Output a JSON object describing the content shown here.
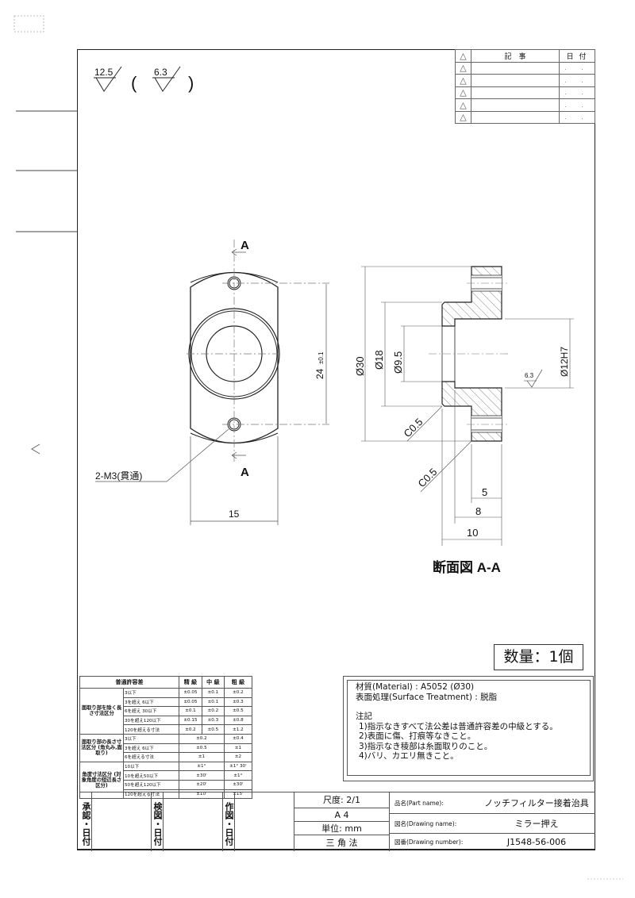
{
  "surface_finish": {
    "general": "12.5",
    "other": "6.3",
    "open_paren": "(",
    "close_paren": ")"
  },
  "revision_table": {
    "headers": {
      "mark": "△",
      "description": "記　事",
      "date": "日 付"
    },
    "rows": [
      {
        "mark": "△",
        "description": "",
        "date": ". ."
      },
      {
        "mark": "△",
        "description": "",
        "date": ". ."
      },
      {
        "mark": "△",
        "description": "",
        "date": ". ."
      },
      {
        "mark": "△",
        "description": "",
        "date": ". ."
      },
      {
        "mark": "△",
        "description": "",
        "date": ". ."
      }
    ]
  },
  "front_view": {
    "section_label_top": "A",
    "section_label_bottom": "A",
    "hole_callout": "2-M3(貫通)",
    "dim_width": "15",
    "dim_pitch": "24",
    "dim_pitch_tol": "±0.1"
  },
  "section_view": {
    "title": "断面図 A-A",
    "dim_od": "Ø30",
    "dim_boss": "Ø18",
    "dim_hole": "Ø9.5",
    "dim_bore": "Ø12H7",
    "bore_finish": "6.3",
    "chamfer_1": "C0.5",
    "chamfer_2": "C0.5",
    "dim_5": "5",
    "dim_8": "8",
    "dim_10": "10"
  },
  "quantity": "数量：1個",
  "tolerance_table": {
    "header": [
      "普通許容差",
      "精 級",
      "中 級",
      "粗 級"
    ],
    "groups": [
      {
        "label": "面取り部を除く長さ寸法区分",
        "rows": [
          [
            "3以下",
            "±0.05",
            "±0.1",
            "±0.2"
          ],
          [
            "3を超え 6以下",
            "±0.05",
            "±0.1",
            "±0.3"
          ],
          [
            "6を超え 30以下",
            "±0.1",
            "±0.2",
            "±0.5"
          ],
          [
            "30を超え120以下",
            "±0.15",
            "±0.3",
            "±0.8"
          ],
          [
            "120を超える寸法",
            "±0.2",
            "±0.5",
            "±1.2"
          ]
        ]
      },
      {
        "label": "面取り部の長さ寸法区分 (角丸み,面取り)",
        "rows": [
          [
            "3以下",
            "±0.2",
            "±0.4"
          ],
          [
            "3を超え 6以下",
            "±0.5",
            "±1"
          ],
          [
            "6を超える寸法",
            "±1",
            "±2"
          ]
        ]
      },
      {
        "label": "角度寸法区分 (対象角度の短辺長さ区分)",
        "rows": [
          [
            "10以下",
            "±1°",
            "±1° 30'"
          ],
          [
            "10を超え50以下",
            "±30'",
            "±1°"
          ],
          [
            "50を超え120以下",
            "±20'",
            "±30'"
          ],
          [
            "120を超える寸法",
            "±10'",
            "±15'"
          ]
        ]
      }
    ]
  },
  "notes": {
    "material": "材質(Material) : A5052 (Ø30)",
    "surface_treatment": "表面処理(Surface Treatment) : 脱脂",
    "heading": "注記",
    "items": [
      "1)指示なきすべて法公差は普通許容差の中級とする。",
      "2)表面に傷、打痕等なきこと。",
      "3)指示なき稜部は糸面取りのこと。",
      "4)バリ、カエリ無きこと。"
    ]
  },
  "title_block": {
    "approval": "承認・日付",
    "check": "検図・日付",
    "drawn": "作図・日付",
    "scale": "尺度: 2/1",
    "paper": "A 4",
    "unit": "単位: mm",
    "projection": "三 角 法",
    "part_name_label": "品名(Part name):",
    "part_name": "ノッチフィルター接着治具",
    "drawing_name_label": "図名(Drawing name):",
    "drawing_name": "ミラー押え",
    "drawing_number_label": "図番(Drawing number):",
    "drawing_number": "J1548-56-006"
  }
}
